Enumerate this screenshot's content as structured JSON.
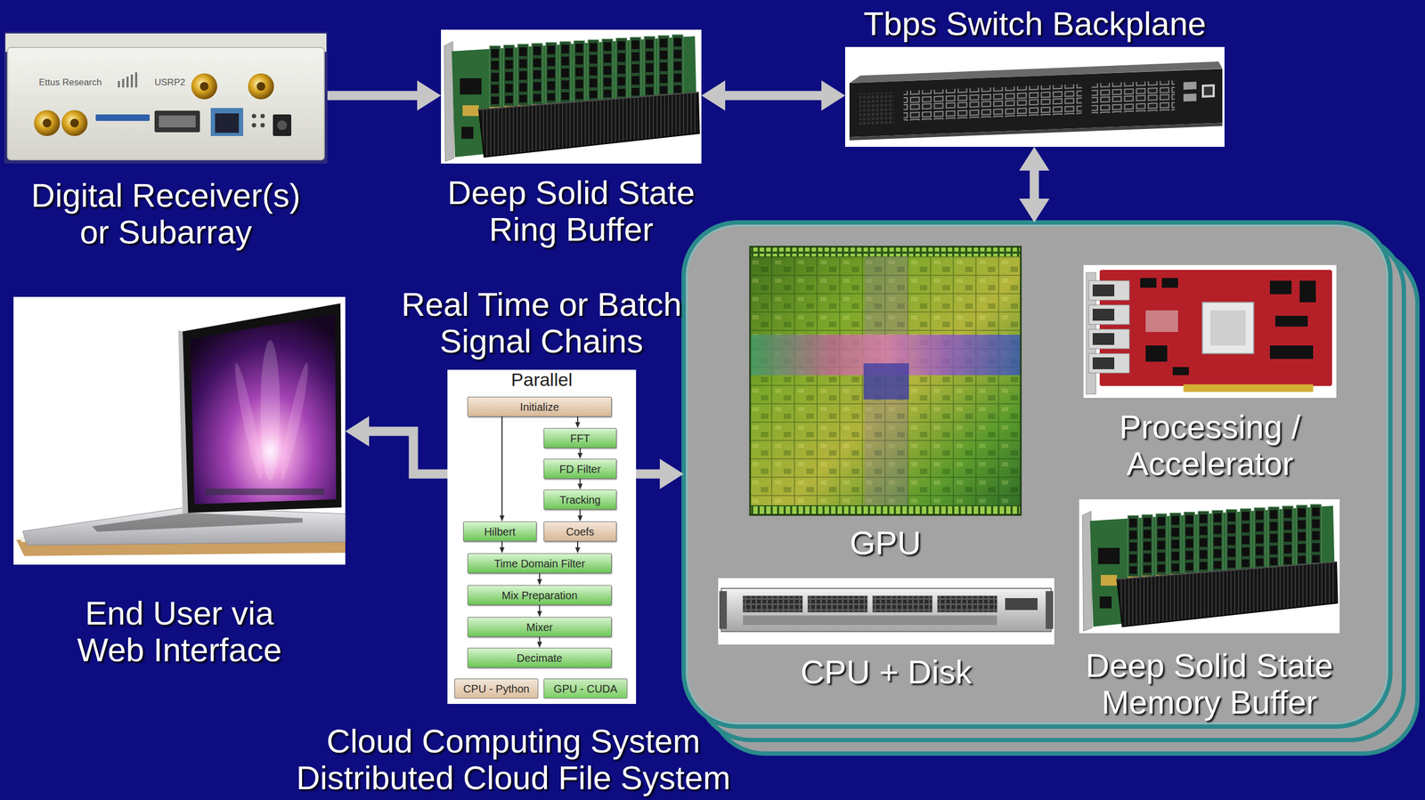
{
  "diagram": {
    "nodes": [
      {
        "text": [
          "Digital Receiver(s) or Subarray"
        ]
      },
      {
        "text": [
          "Deep Solid State Ring Buffer"
        ]
      },
      {
        "text": [
          "Tbps Switch Backplane"
        ]
      },
      {
        "text": [
          "End User via Web Interface"
        ]
      },
      {
        "text": [
          "Real Time or Batch Signal Chains",
          "Parallel"
        ]
      },
      {
        "text": [
          "Initialize"
        ],
        "in": 4
      },
      {
        "text": [
          "FFT"
        ],
        "in": 4
      },
      {
        "text": [
          "FD Filter"
        ],
        "in": 4
      },
      {
        "text": [
          "Tracking"
        ],
        "in": 4
      },
      {
        "text": [
          "Hilbert"
        ],
        "in": 4
      },
      {
        "text": [
          "Coefs"
        ],
        "in": 4
      },
      {
        "text": [
          "Time Domain Filter"
        ],
        "in": 4
      },
      {
        "text": [
          "Mix Preparation"
        ],
        "in": 4
      },
      {
        "text": [
          "Mixer"
        ],
        "in": 4
      },
      {
        "text": [
          "Decimate"
        ],
        "in": 4
      },
      {
        "text": [
          "Cloud Computing System Distributed Cloud File System"
        ]
      },
      {
        "text": [
          "GPU"
        ],
        "in": 15
      },
      {
        "text": [
          "Processing / Accelerator"
        ],
        "in": 15
      },
      {
        "text": [
          "CPU + Disk"
        ],
        "in": 15
      },
      {
        "text": [
          "Deep Solid State Memory Buffer"
        ],
        "in": 15
      }
    ],
    "edges": [
      {
        "from": 0,
        "to": 1,
        "arrow": "to"
      },
      {
        "from": 1,
        "to": 2,
        "arrow": "both"
      },
      {
        "from": 2,
        "to": 15,
        "arrow": "both"
      },
      {
        "from": 4,
        "to": 3,
        "arrow": "to"
      },
      {
        "from": 4,
        "to": 15,
        "arrow": "to"
      },
      {
        "from": 5,
        "to": 6,
        "arrow": "to"
      },
      {
        "from": 6,
        "to": 7,
        "arrow": "to"
      },
      {
        "from": 7,
        "to": 8,
        "arrow": "to"
      },
      {
        "from": 8,
        "to": 10,
        "arrow": "to"
      },
      {
        "from": 5,
        "to": 9,
        "arrow": "to"
      },
      {
        "from": 9,
        "to": 11,
        "arrow": "to"
      },
      {
        "from": 10,
        "to": 11,
        "arrow": "to"
      },
      {
        "from": 11,
        "to": 12,
        "arrow": "to"
      },
      {
        "from": 12,
        "to": 13,
        "arrow": "to"
      },
      {
        "from": 13,
        "to": 14,
        "arrow": "to"
      }
    ],
    "labels": [
      "Ettus Research",
      "USRP2"
    ],
    "legend": [
      {
        "text": "CPU - Python",
        "color": "#dcbf9f"
      },
      {
        "text": "GPU - CUDA",
        "color": "#7ccf63"
      }
    ]
  }
}
